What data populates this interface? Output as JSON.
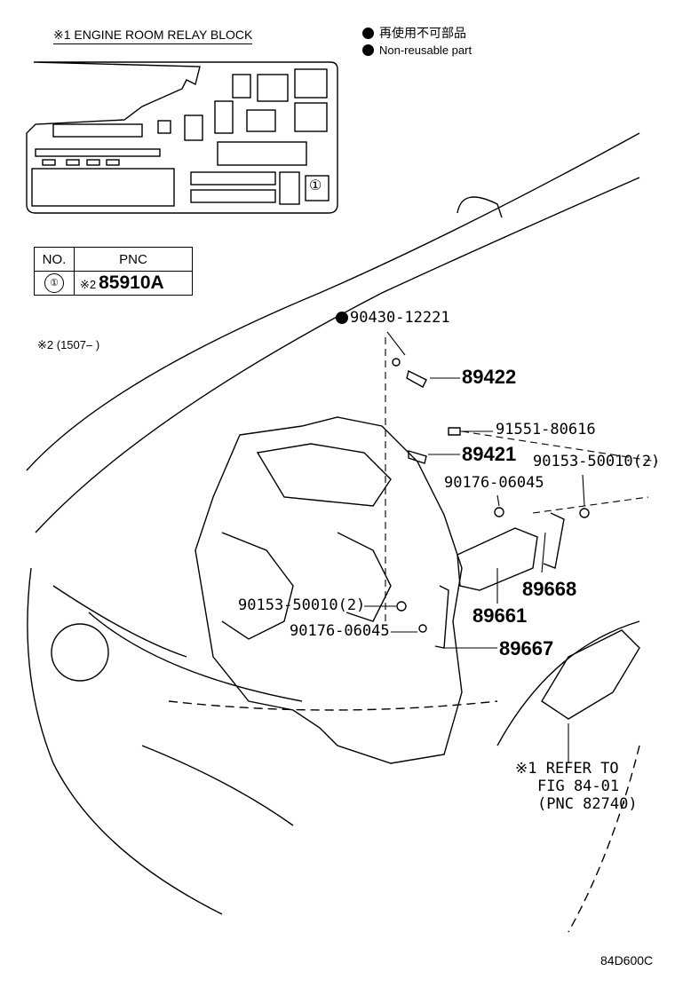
{
  "relay_block": {
    "title": "※1 ENGINE ROOM RELAY BLOCK",
    "marker": "①"
  },
  "legend": {
    "jp": "再使用不可部品",
    "en": "Non-reusable part"
  },
  "pnc_table": {
    "header_no": "NO.",
    "header_pnc": "PNC",
    "row_no": "①",
    "row_note": "※2",
    "row_pnc": "85910A"
  },
  "note2": "※2 (1507–      )",
  "parts": {
    "p1": "90430-12221",
    "p2": "89422",
    "p3": "91551-80616",
    "p4": "89421",
    "p5": "90153-50010(2)",
    "p6": "90176-06045",
    "p7": "89668",
    "p8": "90153-50010(2)",
    "p9": "89661",
    "p10": "90176-06045",
    "p11": "89667"
  },
  "refer": {
    "line1": "※1 REFER TO",
    "line2": "FIG 84-01",
    "line3": "(PNC 82740)"
  },
  "figure_code": "84D600C"
}
